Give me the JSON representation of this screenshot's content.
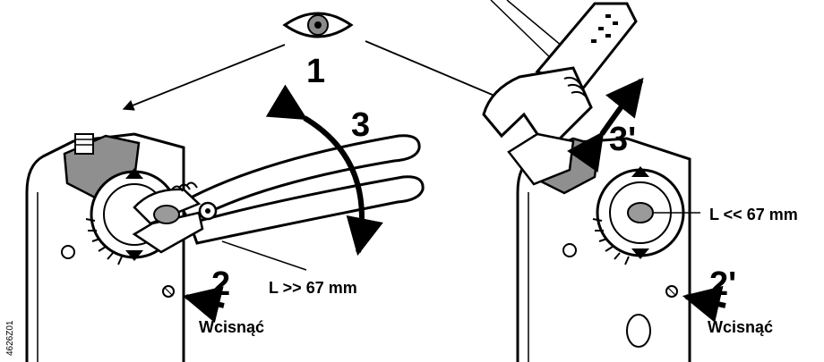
{
  "figure_code": "4626Z01",
  "steps": {
    "step1": "1",
    "step2": "2",
    "step2_prime": "2'",
    "step3": "3",
    "step3_prime": "3'"
  },
  "labels": {
    "left_length": "L >> 67 mm",
    "right_length": "L << 67 mm",
    "left_press": "Wcisnąć",
    "right_press": "Wcisnąć"
  },
  "icons": {
    "eye": "eye-icon",
    "pliers": "pliers-icon",
    "wrench": "adjustable-wrench-icon"
  }
}
